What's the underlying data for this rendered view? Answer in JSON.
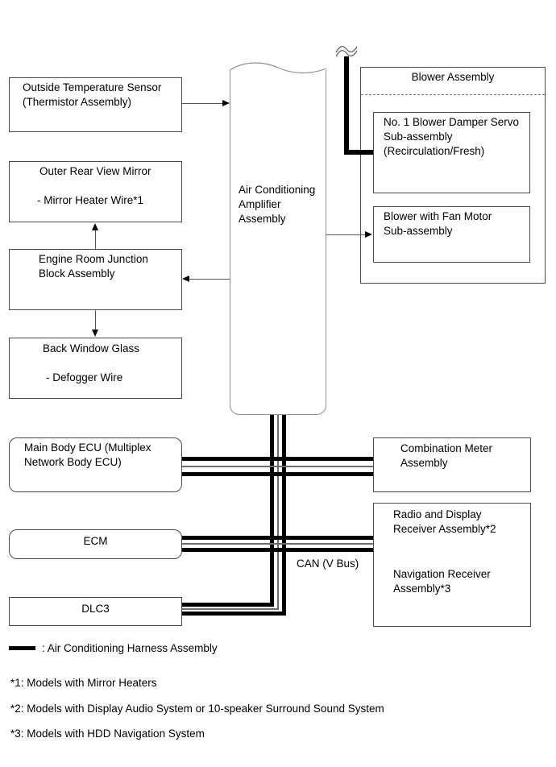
{
  "nodes": {
    "outside_temp_sensor": {
      "lines": [
        "Outside Temperature Sensor",
        "(Thermistor Assembly)"
      ]
    },
    "outer_rear_view_mirror": {
      "lines": [
        "Outer Rear View Mirror",
        "- Mirror Heater Wire*1"
      ]
    },
    "engine_room_junction_block": {
      "lines": [
        "Engine Room Junction",
        "Block Assembly"
      ]
    },
    "back_window_glass": {
      "lines": [
        "Back Window Glass",
        "- Defogger Wire"
      ]
    },
    "ac_amplifier": {
      "lines": [
        "Air Conditioning",
        "Amplifier",
        "Assembly"
      ]
    },
    "blower_assembly": {
      "title": "Blower Assembly"
    },
    "blower_damper_servo": {
      "lines": [
        "No. 1 Blower Damper Servo",
        "Sub-assembly",
        "(Recirculation/Fresh)"
      ]
    },
    "blower_fan_motor": {
      "lines": [
        "Blower with Fan Motor",
        "Sub-assembly"
      ]
    },
    "main_body_ecu": {
      "lines": [
        "Main Body ECU (Multiplex",
        "Network Body ECU)"
      ]
    },
    "ecm": {
      "label": "ECM"
    },
    "dlc3": {
      "label": "DLC3"
    },
    "combination_meter": {
      "lines": [
        "Combination Meter",
        "Assembly"
      ]
    },
    "radio_display_receiver": {
      "lines": [
        "Radio and Display",
        "Receiver Assembly*2"
      ]
    },
    "navigation_receiver": {
      "lines": [
        "Navigation Receiver",
        "Assembly*3"
      ]
    }
  },
  "bus": {
    "label": "CAN (V Bus)"
  },
  "legend": {
    "label": ": Air Conditioning Harness Assembly"
  },
  "notes": [
    "*1: Models with Mirror Heaters",
    "*2: Models with Display Audio System or 10-speaker Surround Sound System",
    "*3: Models with HDD Navigation System"
  ],
  "colors": {
    "line": "#000000",
    "box_border": "#4a4a4a",
    "background": "#ffffff"
  }
}
